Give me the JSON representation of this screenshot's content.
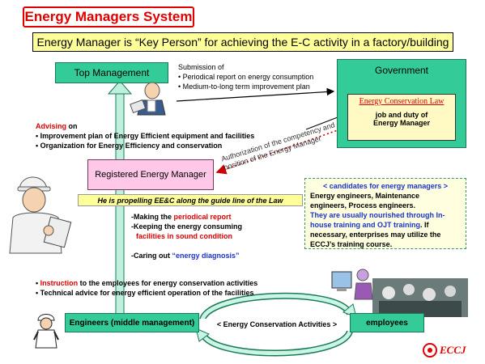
{
  "header": {
    "title": "Energy Managers System",
    "subtitle": "Energy Manager is “Key Person” for achieving the E-C activity in a factory/building"
  },
  "top_management": {
    "label": "Top Management"
  },
  "government": {
    "label": "Government",
    "law": "Energy Conservation Law",
    "duty_line1": "job and duty of",
    "duty_line2": "Energy Manager"
  },
  "submission": {
    "heading": "Submission of",
    "items": [
      "Periodical report on energy consumption",
      "Medium-to-long term improvement plan"
    ]
  },
  "advising": {
    "keyword": "Advising",
    "rest": " on",
    "items": [
      "Improvement plan of Energy Efficient equipment and facilities",
      "Organization for Energy Efficiency and conservation"
    ]
  },
  "authorization": {
    "line1": "Authorization of the competency and",
    "line2": "position of the Energy Manager"
  },
  "registered_manager": {
    "label": "Registered Energy Manager"
  },
  "propelling": {
    "text": "He is propelling EE&C along the guide line of the Law"
  },
  "duties": {
    "making_prefix": "-Making the ",
    "making_key": "periodical report",
    "keeping_line1": "-Keeping the energy consuming",
    "keeping_line2": "facilities in sound condition",
    "caring_prefix": "-Caring out ",
    "caring_key": "“energy diagnosis”"
  },
  "candidates": {
    "heading": "< candidates for energy managers >",
    "line1": "Energy engineers, Maintenance",
    "line2": "engineers, Process engineers.",
    "blue1": "They are usually nourished through In-",
    "blue2": "house training and OJT training",
    "line3_rest": ". If",
    "line4": "necessary, enterprises may utilize the",
    "line5": "ECCJ’s training course."
  },
  "instruction": {
    "keyword": "Instruction",
    "rest": " to the employees for energy conservation activities",
    "item2": "Technical advice for energy efficient operation of the facilities"
  },
  "engineers": {
    "label": "Engineers (middle management)"
  },
  "activities": {
    "label": "< Energy Conservation Activities >"
  },
  "employees": {
    "label": "employees"
  },
  "logo": {
    "text": "ECCJ"
  }
}
